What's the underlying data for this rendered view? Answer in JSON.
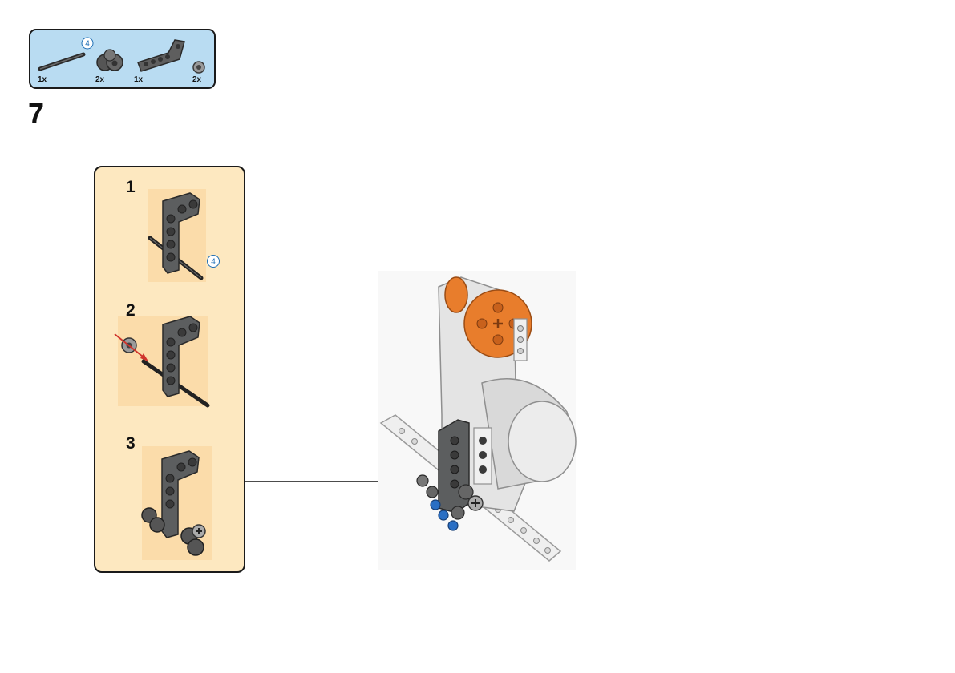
{
  "parts_list": {
    "items": [
      {
        "name": "axle",
        "icon": "axle-icon",
        "qty": "1x",
        "length_label": "4"
      },
      {
        "name": "bush",
        "icon": "double-bush-icon",
        "qty": "2x"
      },
      {
        "name": "l-beam",
        "icon": "l-beam-icon",
        "qty": "1x"
      },
      {
        "name": "half-bush",
        "icon": "half-bush-icon",
        "qty": "2x"
      }
    ]
  },
  "step": {
    "number": "7"
  },
  "substeps": [
    {
      "number": "1",
      "length_label": "4"
    },
    {
      "number": "2"
    },
    {
      "number": "3"
    }
  ],
  "colors": {
    "parts_bg": "#b9dcf2",
    "substep_bg": "#fde8c0",
    "beam_dark": "#5c5e5f",
    "motor_light": "#e4e4e4",
    "hub_orange": "#e87d2c",
    "pin_blue": "#2a6fc4",
    "arrow_red": "#d0342c"
  }
}
